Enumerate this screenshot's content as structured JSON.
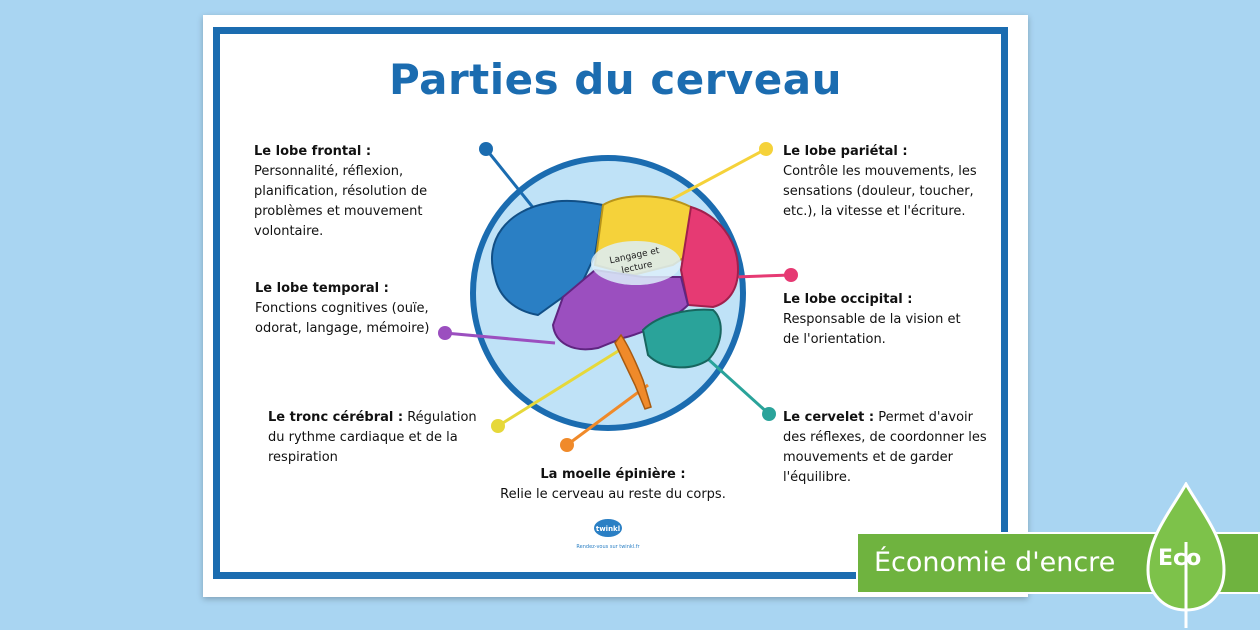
{
  "poster": {
    "title": "Parties du cerveau",
    "labels": {
      "frontal": {
        "title": "Le lobe frontal :",
        "text": "Personnalité, réflexion, planification, résolution de problèmes et mouvement volontaire."
      },
      "temporal": {
        "title": "Le lobe temporal :",
        "text": "Fonctions cognitives (ouïe, odorat, langage, mémoire)"
      },
      "tronc": {
        "title": "Le tronc cérébral :",
        "text": "Régulation du rythme cardiaque et de la respiration"
      },
      "moelle": {
        "title": "La moelle épinière :",
        "text": "Relie le cerveau au reste du corps."
      },
      "parietal": {
        "title": "Le lobe pariétal :",
        "text": "Contrôle les mouvements, les sensations (douleur, toucher, etc.), la vitesse et l'écriture."
      },
      "occipital": {
        "title": "Le lobe occipital :",
        "text": "Responsable de la vision et de l'orientation."
      },
      "cervelet": {
        "title": "Le cervelet :",
        "text": "Permet d'avoir des réflexes, de coordonner les mouvements et de garder l'équilibre."
      }
    },
    "brain_area_label": "Langage et lecture",
    "logo": {
      "name": "twinkl",
      "tagline": "Rendez-vous sur twinkl.fr"
    }
  },
  "eco": {
    "banner_text": "Économie d'encre",
    "badge_text": "Eco"
  },
  "colors": {
    "blue_frame": "#1b6cb0",
    "frontal": "#2a7fc4",
    "parietal": "#f5d23a",
    "occipital": "#e63a73",
    "temporal": "#9b4fbf",
    "cervelet": "#2aa39a",
    "tronc": "#e6d83a",
    "moelle": "#f08a2a",
    "eco_green": "#6fb33f"
  }
}
